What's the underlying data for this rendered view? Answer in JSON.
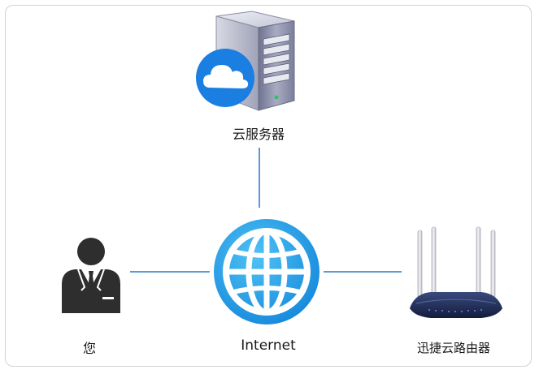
{
  "nodes": {
    "server": {
      "label": "云服务器",
      "icon": "cloud-server-icon"
    },
    "user": {
      "label": "您",
      "icon": "businessman-icon"
    },
    "internet": {
      "label": "Internet",
      "icon": "globe-icon"
    },
    "router": {
      "label": "迅捷云路由器",
      "icon": "router-icon"
    }
  },
  "colors": {
    "connector": "#5b9bd5",
    "globe": "#1e9ae6",
    "cloud_badge": "#1a7fe0",
    "server_body": "#8c8fa8",
    "router_body": "#1d2b55",
    "frame_border": "#d2d2d2"
  }
}
